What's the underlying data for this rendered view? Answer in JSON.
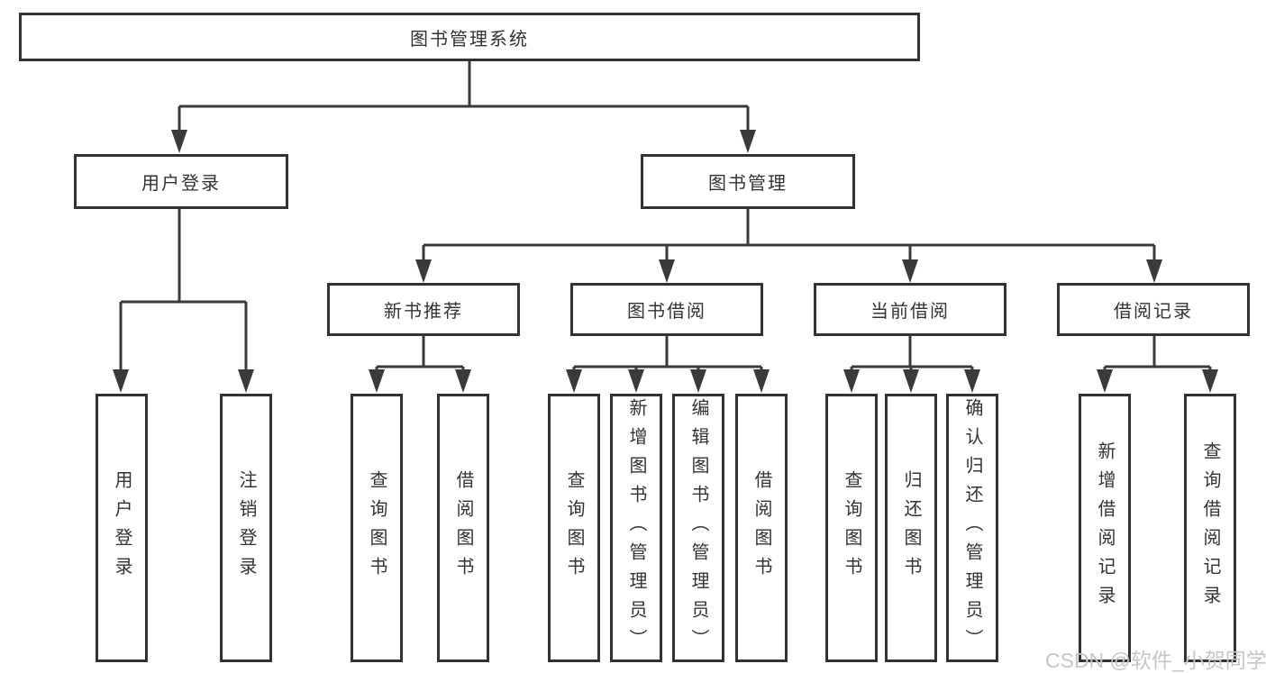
{
  "tree": {
    "root": {
      "label": "图书管理系统",
      "children": [
        {
          "label": "用户登录",
          "children": [
            {
              "label": "用户登录"
            },
            {
              "label": "注销登录"
            }
          ]
        },
        {
          "label": "图书管理",
          "children": [
            {
              "label": "新书推荐",
              "children": [
                {
                  "label": "查询图书"
                },
                {
                  "label": "借阅图书"
                }
              ]
            },
            {
              "label": "图书借阅",
              "children": [
                {
                  "label": "查询图书"
                },
                {
                  "label": "新增图书（管理员）"
                },
                {
                  "label": "编辑图书（管理员）"
                },
                {
                  "label": "借阅图书"
                }
              ]
            },
            {
              "label": "当前借阅",
              "children": [
                {
                  "label": "查询图书"
                },
                {
                  "label": "归还图书"
                },
                {
                  "label": "确认归还（管理员）"
                }
              ]
            },
            {
              "label": "借阅记录",
              "children": [
                {
                  "label": "新增借阅记录"
                },
                {
                  "label": "查询借阅记录"
                }
              ]
            }
          ]
        }
      ]
    }
  },
  "watermark": {
    "text": "CSDN @软件_小贺同学"
  },
  "colors": {
    "line": "#3a3a3a",
    "border": "#333333",
    "text": "#333333",
    "background": "#ffffff",
    "watermark": "#c6c6c6"
  }
}
